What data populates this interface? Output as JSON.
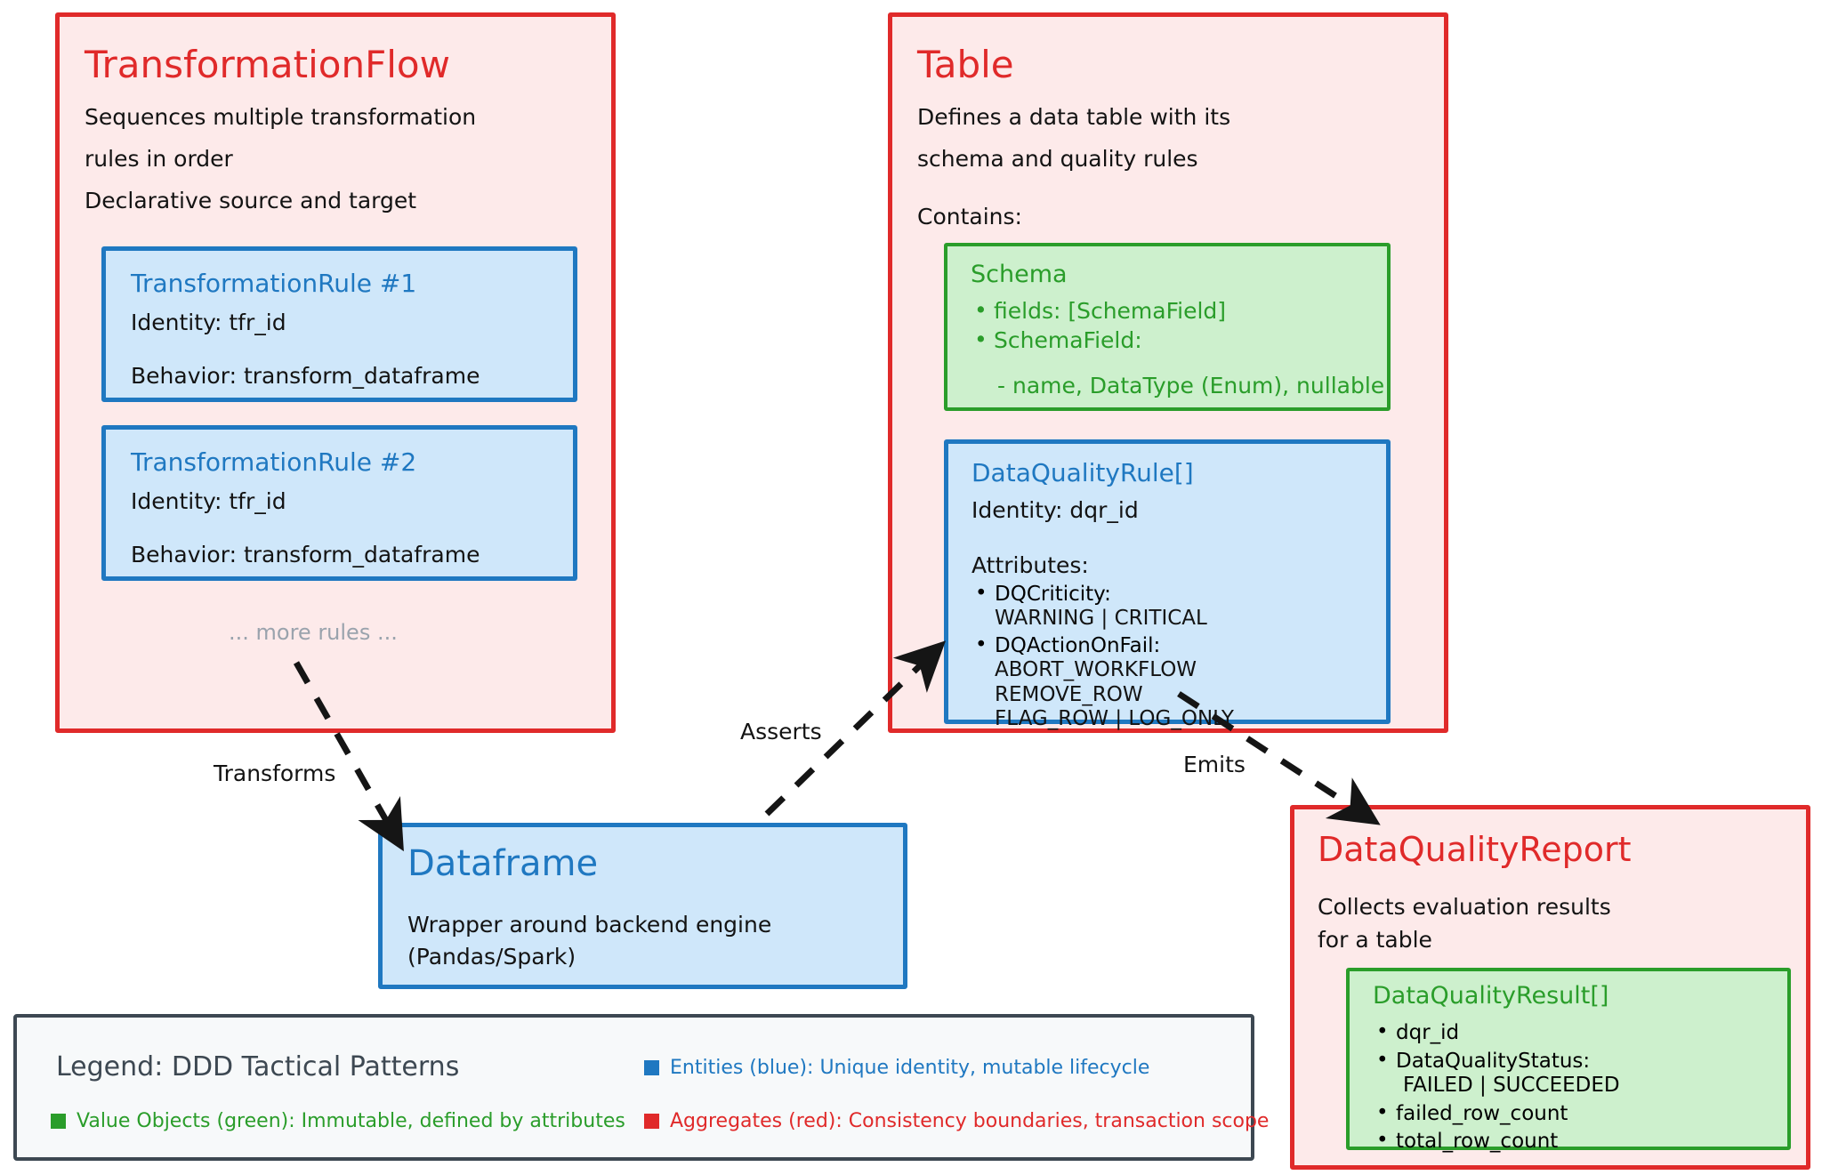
{
  "diagram": {
    "title_hidden": "",
    "nodes": {
      "transformation_flow": {
        "title": "TransformationFlow",
        "desc_lines": [
          "Sequences multiple transformation",
          "rules in order",
          "Declarative source and target"
        ],
        "rules": [
          {
            "title": "TransformationRule #1",
            "identity": "Identity: tfr_id",
            "behavior": "Behavior: transform_dataframe"
          },
          {
            "title": "TransformationRule #2",
            "identity": "Identity: tfr_id",
            "behavior": "Behavior: transform_dataframe"
          }
        ],
        "more": "... more rules ..."
      },
      "table": {
        "title": "Table",
        "desc_lines": [
          "Defines a data table with its",
          "schema and quality rules"
        ],
        "contains_label": "Contains:",
        "schema": {
          "title": "Schema",
          "bullets": [
            "fields: [SchemaField]",
            "SchemaField:"
          ],
          "sub": "- name, DataType (Enum), nullable"
        },
        "dq_rule": {
          "title": "DataQualityRule[]",
          "identity": "Identity: dqr_id",
          "attributes_label": "Attributes:",
          "bullets": [
            {
              "head": "DQCriticity:",
              "values": [
                "WARNING | CRITICAL"
              ]
            },
            {
              "head": "DQActionOnFail:",
              "values": [
                "ABORT_WORKFLOW",
                "REMOVE_ROW",
                "FLAG_ROW | LOG_ONLY"
              ]
            }
          ]
        }
      },
      "dataframe": {
        "title": "Dataframe",
        "desc_lines": [
          "Wrapper around backend engine",
          "(Pandas/Spark)"
        ]
      },
      "dq_report": {
        "title": "DataQualityReport",
        "desc_lines": [
          "Collects evaluation results",
          "for a table"
        ],
        "result": {
          "title": "DataQualityResult[]",
          "bullets": [
            {
              "head": "dqr_id",
              "values": []
            },
            {
              "head": "DataQualityStatus:",
              "values": [
                "FAILED | SUCCEEDED"
              ]
            },
            {
              "head": "failed_row_count",
              "values": []
            },
            {
              "head": "total_row_count",
              "values": []
            }
          ]
        }
      }
    },
    "edges": [
      {
        "label": "Transforms"
      },
      {
        "label": "Asserts"
      },
      {
        "label": "Emits"
      }
    ],
    "legend": {
      "title": "Legend: DDD Tactical Patterns",
      "items": [
        {
          "label": "Value Objects (green): Immutable, defined by attributes",
          "color": "#2a9d2a"
        },
        {
          "label": "Entities (blue): Unique identity, mutable lifecycle",
          "color": "#1f78c1"
        },
        {
          "label": "Aggregates (red): Consistency boundaries, transaction scope",
          "color": "#e02a2a"
        }
      ]
    },
    "colors": {
      "aggregate_red": "#e02a2a",
      "entity_blue": "#1f78c1",
      "value_object_green": "#2a9d2a",
      "aggregate_fill": "#fdeaea",
      "entity_fill": "#cfe7fa",
      "value_object_fill": "#cdf0cd",
      "legend_border": "#3d4852",
      "legend_fill": "#f7f9fa",
      "muted_text": "#9aa3ad"
    }
  }
}
